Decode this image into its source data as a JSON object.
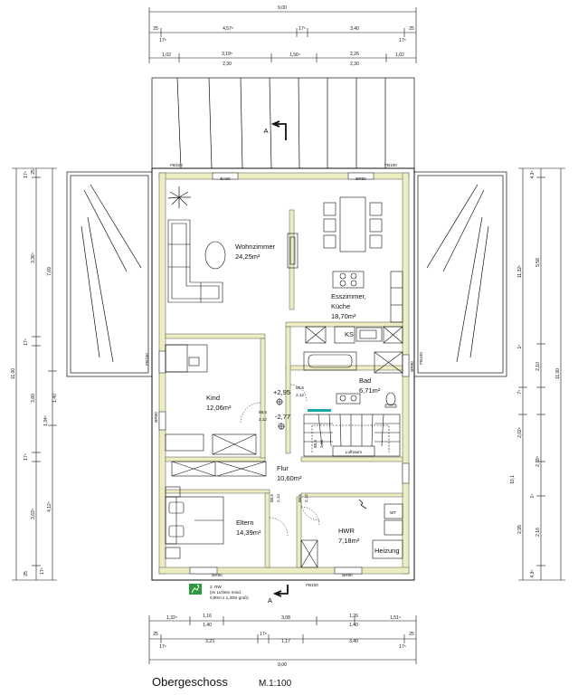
{
  "top_dims": {
    "total": "9,00",
    "row1": [
      "25",
      "4,57⁵",
      "17⁵",
      "3,40",
      "25"
    ],
    "row1_small": [
      "17⁵",
      "17⁵"
    ],
    "row2": [
      "1,02",
      "3,19⁵",
      "1,56⁵",
      "2,26",
      "1,02"
    ],
    "row2_b": [
      "2,30",
      "2,30"
    ]
  },
  "bottom_dims": {
    "row1": [
      "1,32⁵",
      "1,16",
      "3,08",
      "1,26",
      "1,51⁵"
    ],
    "row1_b": [
      "1,40",
      "1,40"
    ],
    "row2": [
      "25",
      "3,23",
      "17⁵",
      "1,17",
      "3,40",
      "25"
    ],
    "row2_small": [
      "17⁵",
      "17⁵"
    ],
    "total": "9,00"
  },
  "left_dims": {
    "outer": "11,00",
    "a": [
      "17⁵",
      "25",
      "3,36⁵",
      "17⁵",
      "3,80",
      "1,34⁵",
      "17⁵",
      "3,63⁵",
      "25",
      "17⁵"
    ],
    "b": [
      "7,69",
      "1,40",
      "4,12⁵"
    ]
  },
  "right_dims": {
    "outer": "11,00",
    "a": [
      "4,3⁵",
      "5,58",
      "2,10",
      "7⁵",
      "2,02⁵",
      "10,1",
      "2,78⁵",
      "1⁵",
      "2,95",
      "2,16",
      "4,3⁵"
    ],
    "b": [
      "11,32⁵",
      "1⁵"
    ]
  },
  "rooms": {
    "wohnzimmer": {
      "name": "Wohnzimmer",
      "area": "24,25m²"
    },
    "esszimmer": {
      "name": "Esszimmer,",
      "name2": "Küche",
      "area": "18,70m²"
    },
    "kind": {
      "name": "Kind",
      "area": "12,06m²"
    },
    "bad": {
      "name": "Bad",
      "area": "6,71m²"
    },
    "flur": {
      "name": "Flur",
      "area": "10,60m²"
    },
    "eltern": {
      "name": "Eltern",
      "area": "14,39m²"
    },
    "hwr": {
      "name": "HWR",
      "area": "7,18m²"
    }
  },
  "labels": {
    "ba90": "BA90",
    "fb100": "FB100",
    "br90": "BR90",
    "ks": "KS",
    "luftraum": "Luftraum",
    "heizung": "Heizung",
    "wt": "WT",
    "level1": "+2,95",
    "level2": "-2,77",
    "door1a": "88,5",
    "door1b": "2,12",
    "door2a": "88,5",
    "door2b": "2,12",
    "door3a": "88,5",
    "door3b": "2,12",
    "door4a": "88,5",
    "door4b": "2,12",
    "door5a": "88,5",
    "door5b": "2,12",
    "rw_title": "2. RW",
    "rw_l1": "(im Lichten mind.",
    "rw_l2": "0,90m x 1,20m groß)",
    "section_a": "A"
  },
  "title": "Obergeschoss",
  "scale": "M.1:100",
  "colors": {
    "wall": "#ecedc0",
    "line": "#111111",
    "exit": "#2b9a3c",
    "water": "#1aa6a6"
  }
}
